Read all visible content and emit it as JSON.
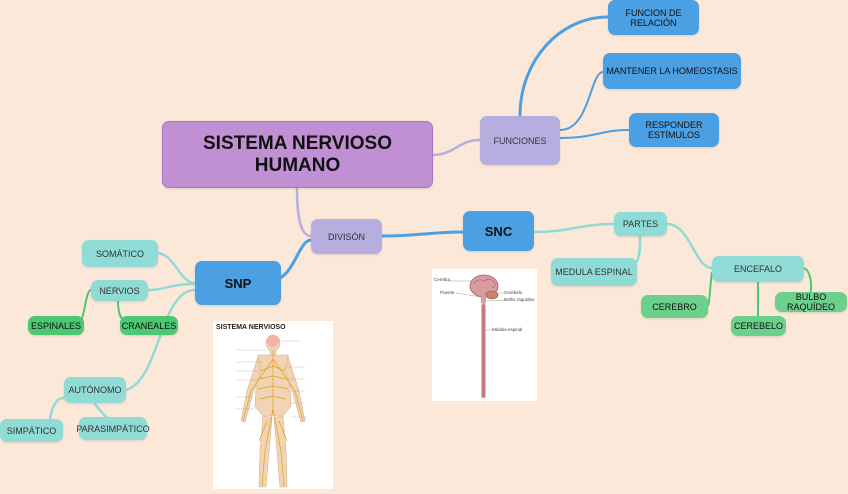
{
  "root": "SISTEMA NERVIOSO HUMANO",
  "funciones": {
    "label": "FUNCIONES",
    "items": [
      "FUNCION DE RELACIÓN",
      "MANTENER LA HOMEOSTASIS",
      "RESPONDER ESTÍMULOS"
    ]
  },
  "division": {
    "label": "DIVISÓN"
  },
  "snc": {
    "label": "SNC",
    "partes": "PARTES",
    "medula": "MEDULA ESPINAL",
    "encefalo": "ENCEFALO",
    "cerebro": "CEREBRO",
    "cerebelo": "CEREBELO",
    "bulbo": "BULBO RAQUÍDEO"
  },
  "snp": {
    "label": "SNP",
    "somatico": "SOMÁTICO",
    "nervios": "NERVIOS",
    "espinales": "ESPINALES",
    "craneales": "CRANEALES",
    "autonomo": "AUTÓNOMO",
    "simpatico": "SIMPÁTICO",
    "parasimpatico": "PARASIMPÁTICO"
  },
  "colors": {
    "background": "#fce8d9",
    "root": "#c18fd4",
    "lavender": "#b7aee0",
    "blue": "#4b9fe3",
    "teal": "#8fdbd5",
    "green": "#4cc874"
  },
  "image_snc": {
    "labels": [
      "Cerebro",
      "Puente",
      "Cerebelo",
      "Bulbo raquídeo",
      "Médula espinal"
    ]
  },
  "image_snp": {
    "title": "SISTEMA NERVIOSO"
  }
}
